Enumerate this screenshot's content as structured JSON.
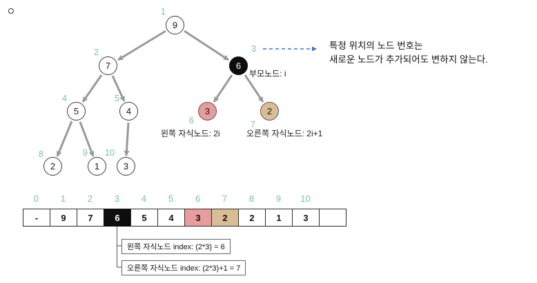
{
  "colors": {
    "index_label": "#7cc0b4",
    "node_parent_black": "#0d0d0d",
    "node_left_child_pink": "#e89c9c",
    "node_right_child_tan": "#d9bd97",
    "tree_arrow_gray": "#999999",
    "note_arrow_blue": "#4472c4"
  },
  "tree": {
    "nodes": [
      {
        "index": "1",
        "value": "9"
      },
      {
        "index": "2",
        "value": "7"
      },
      {
        "index": "3",
        "value": "6"
      },
      {
        "index": "4",
        "value": "5"
      },
      {
        "index": "5",
        "value": "4"
      },
      {
        "index": "6",
        "value": "3"
      },
      {
        "index": "7",
        "value": "2"
      },
      {
        "index": "8",
        "value": "2"
      },
      {
        "index": "9",
        "value": "1"
      },
      {
        "index": "10",
        "value": "3"
      }
    ],
    "labels": {
      "parent": "부모노드: i",
      "left_child": "왼쪽 자식노드: 2i",
      "right_child": "오른쪽 자식노드: 2i+1"
    },
    "note_line1": "특정 위치의 노드 번호는",
    "note_line2": "새로운 노드가 추가되어도 변하지 않는다."
  },
  "array": {
    "indices": [
      "0",
      "1",
      "2",
      "3",
      "4",
      "5",
      "6",
      "7",
      "8",
      "9",
      "10"
    ],
    "cells": [
      "-",
      "9",
      "7",
      "6",
      "5",
      "4",
      "3",
      "2",
      "2",
      "1",
      "3",
      ""
    ],
    "annotations": {
      "left_child_index": "왼쪽 자식노드 index: (2*3) = 6",
      "right_child_index": "오른쪽 자식노드 index: (2*3)+1 = 7"
    }
  }
}
